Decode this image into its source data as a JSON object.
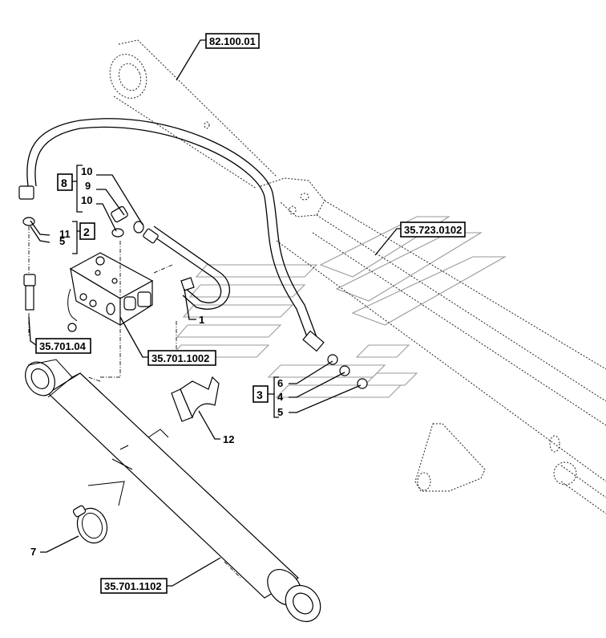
{
  "diagram": {
    "type": "exploded-parts-diagram",
    "subject": "Hydraulic cylinder, control valve and hoses mounted on boom arm",
    "reference_labels": [
      {
        "id": "ref-boom",
        "text": "82.100.01"
      },
      {
        "id": "ref-arm",
        "text": "35.723.0102"
      },
      {
        "id": "ref-hose",
        "text": "35.701.04"
      },
      {
        "id": "ref-valve",
        "text": "35.701.1002"
      },
      {
        "id": "ref-cylinder",
        "text": "35.701.1102"
      }
    ],
    "groups": [
      {
        "id": "group-8",
        "number": "8",
        "items": [
          "10",
          "9",
          "10"
        ]
      },
      {
        "id": "group-2",
        "number": "2",
        "items": [
          "11",
          "5"
        ]
      },
      {
        "id": "group-3",
        "number": "3",
        "items": [
          "6",
          "4",
          "5"
        ]
      }
    ],
    "callouts": [
      {
        "id": "callout-1",
        "text": "1"
      },
      {
        "id": "callout-7",
        "text": "7"
      },
      {
        "id": "callout-12",
        "text": "12"
      }
    ],
    "watermark": "stylized-logo"
  }
}
